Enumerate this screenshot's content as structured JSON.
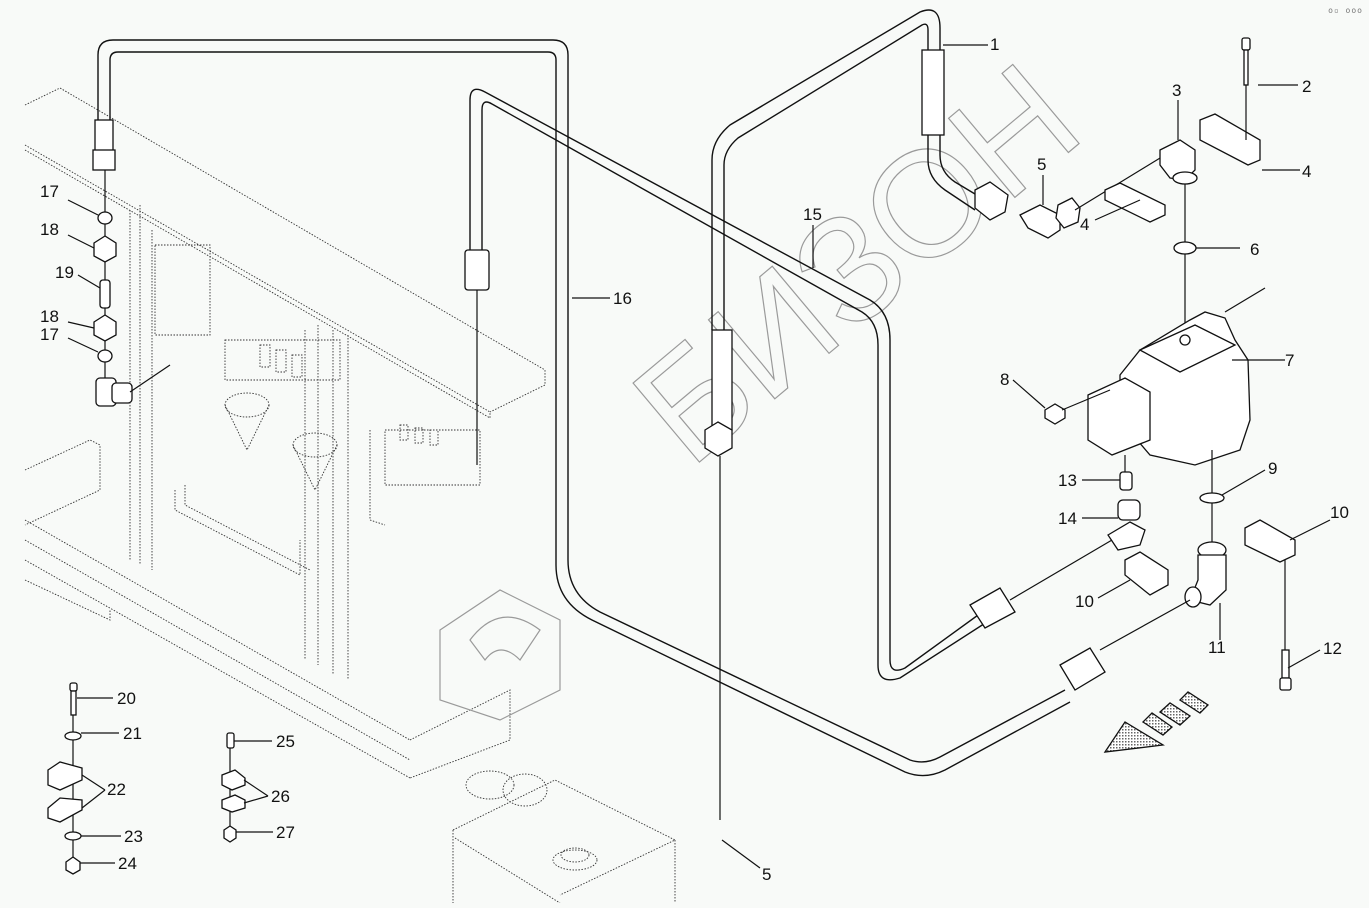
{
  "diagram": {
    "type": "exploded parts diagram - hydraulic piping",
    "watermark_text": "БИЗОН",
    "corner_mark": "o▫ ooo",
    "callouts": [
      {
        "id": "c1",
        "number": "1"
      },
      {
        "id": "c2",
        "number": "2"
      },
      {
        "id": "c3",
        "number": "3"
      },
      {
        "id": "c4a",
        "number": "4"
      },
      {
        "id": "c4b",
        "number": "4"
      },
      {
        "id": "c5a",
        "number": "5"
      },
      {
        "id": "c5b",
        "number": "5"
      },
      {
        "id": "c6",
        "number": "6"
      },
      {
        "id": "c7",
        "number": "7"
      },
      {
        "id": "c8",
        "number": "8"
      },
      {
        "id": "c9",
        "number": "9"
      },
      {
        "id": "c10a",
        "number": "10"
      },
      {
        "id": "c10b",
        "number": "10"
      },
      {
        "id": "c11",
        "number": "11"
      },
      {
        "id": "c12",
        "number": "12"
      },
      {
        "id": "c13",
        "number": "13"
      },
      {
        "id": "c14",
        "number": "14"
      },
      {
        "id": "c15",
        "number": "15"
      },
      {
        "id": "c16",
        "number": "16"
      },
      {
        "id": "c17a",
        "number": "17"
      },
      {
        "id": "c17b",
        "number": "17"
      },
      {
        "id": "c18a",
        "number": "18"
      },
      {
        "id": "c18b",
        "number": "18"
      },
      {
        "id": "c19",
        "number": "19"
      },
      {
        "id": "c20",
        "number": "20"
      },
      {
        "id": "c21",
        "number": "21"
      },
      {
        "id": "c22",
        "number": "22"
      },
      {
        "id": "c23",
        "number": "23"
      },
      {
        "id": "c24",
        "number": "24"
      },
      {
        "id": "c25",
        "number": "25"
      },
      {
        "id": "c26",
        "number": "26"
      },
      {
        "id": "c27",
        "number": "27"
      }
    ],
    "colors": {
      "line": "#111111",
      "background": "#f8faf8",
      "watermark": "#9a9a9a"
    }
  }
}
